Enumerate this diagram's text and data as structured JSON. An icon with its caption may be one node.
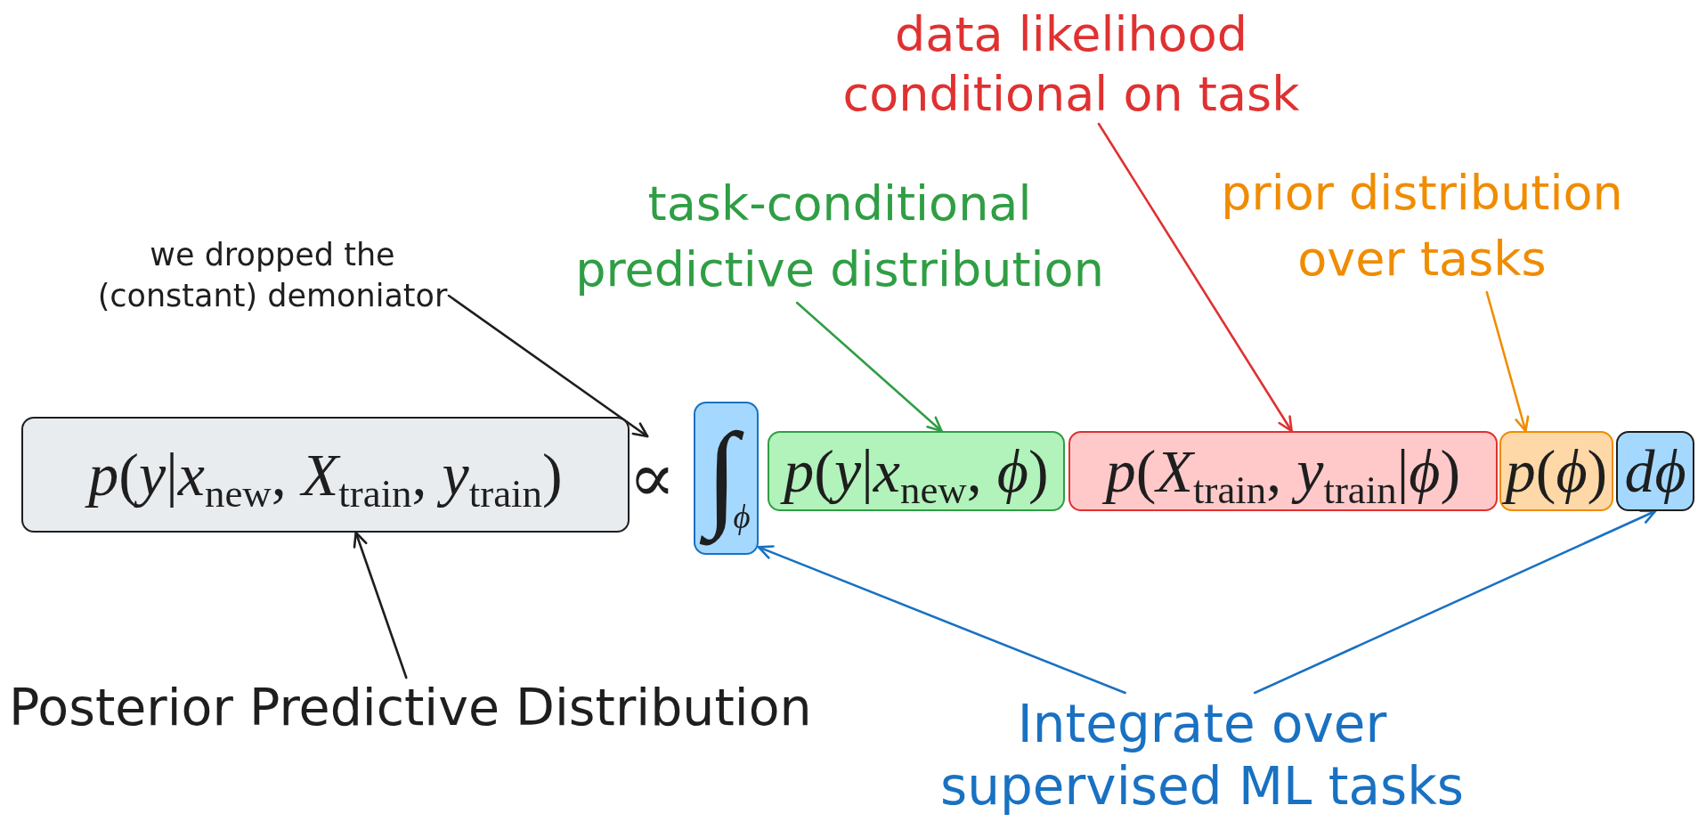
{
  "diagram": {
    "nodes": [
      {
        "text": [
          "data likelihood conditional on task"
        ]
      },
      {
        "text": [
          "task-conditional predictive distribution"
        ]
      },
      {
        "text": [
          "prior distribution over tasks"
        ]
      },
      {
        "text": [
          "we dropped the (constant) demoniator"
        ]
      },
      {
        "text": [
          "*p*(*y*|*x*$_{new}$, *X*$_{train}$, *y*$_{train}$)"
        ]
      },
      {
        "text": [
          "∝"
        ]
      },
      {
        "text": [
          "∫$_{ϕ}$"
        ]
      },
      {
        "text": [
          "*p*(*y*|*x*$_{new}$, *ϕ*)"
        ]
      },
      {
        "text": [
          "*p*(*X*$_{train}$, *y*$_{train}$|*ϕ*)"
        ]
      },
      {
        "text": [
          "*p*(*ϕ*)"
        ]
      },
      {
        "text": [
          "dϕ"
        ]
      },
      {
        "text": [
          "Posterior Predictive Distribution"
        ]
      },
      {
        "text": [
          "Integrate over supervised ML tasks"
        ]
      }
    ],
    "edges": [
      {
        "from": 3,
        "to": 5,
        "arrow": "to"
      },
      {
        "from": 1,
        "to": 7,
        "arrow": "to",
        "color": "#2f9e44"
      },
      {
        "from": 0,
        "to": 8,
        "arrow": "to",
        "color": "#e03131"
      },
      {
        "from": 2,
        "to": 9,
        "arrow": "to",
        "color": "#f08c00"
      },
      {
        "from": 11,
        "to": 4,
        "arrow": "to"
      },
      {
        "from": 12,
        "to": 6,
        "arrow": "to",
        "color": "#1971c2"
      },
      {
        "from": 12,
        "to": 10,
        "arrow": "to",
        "color": "#1971c2"
      }
    ]
  }
}
